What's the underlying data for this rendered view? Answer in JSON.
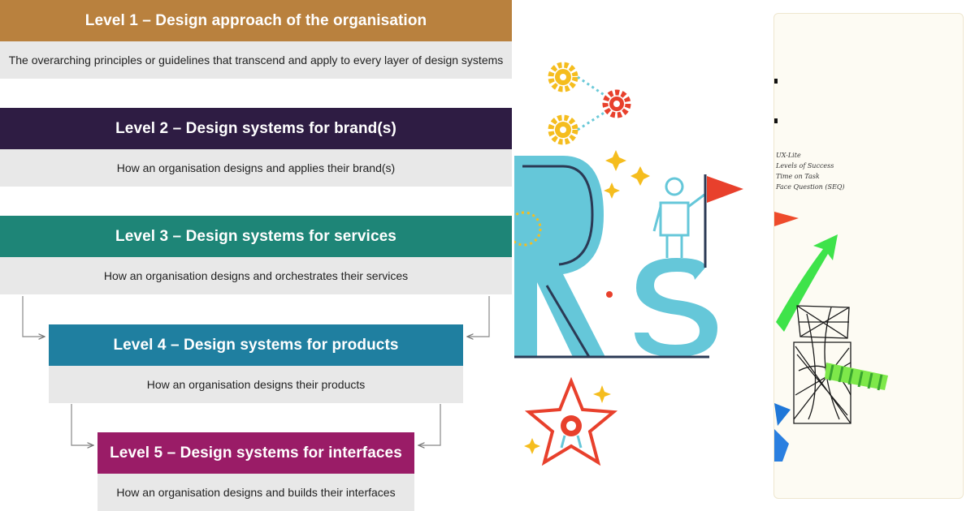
{
  "levels": [
    {
      "title": "Level 1 – Design approach of the organisation",
      "description": "The overarching principles or guidelines that transcend and apply to every layer of design systems"
    },
    {
      "title": "Level 2 – Design systems for brand(s)",
      "description": "How an organisation designs and applies their brand(s)"
    },
    {
      "title": "Level 3 – Design systems for services",
      "description": "How an organisation designs and orchestrates their services"
    },
    {
      "title": "Level 4 – Design systems for products",
      "description": "How an organisation designs their products"
    },
    {
      "title": "Level 5 – Design systems for interfaces",
      "description": "How an organisation designs and builds their interfaces"
    }
  ],
  "colors": {
    "level1": "#b9813e",
    "level2": "#2e1c43",
    "level3": "#1e8577",
    "level4": "#1f7fa0",
    "level5": "#9a1c67"
  },
  "notes": [
    "UX-Lite",
    "Levels of Success",
    "Time on Task",
    "Face Question (SEQ)"
  ]
}
